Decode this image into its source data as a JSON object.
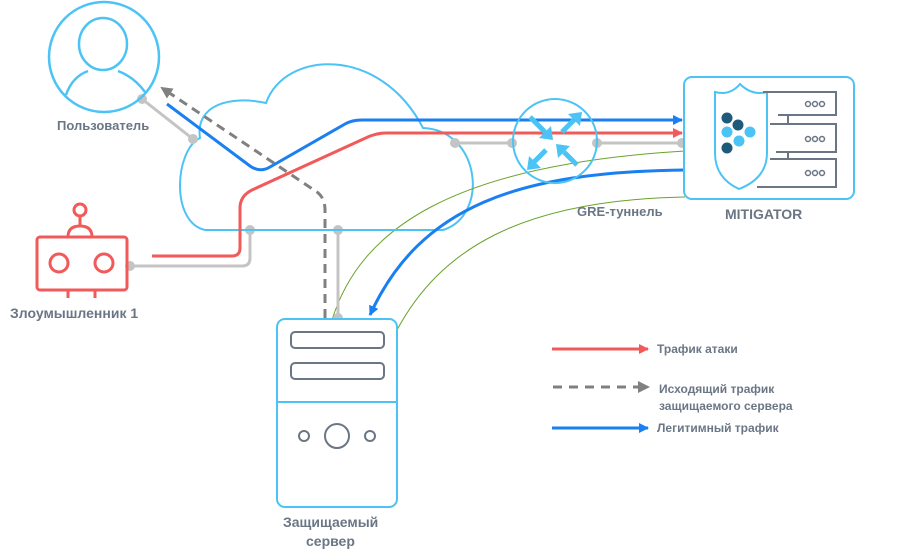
{
  "colors": {
    "attack": "#f25a5a",
    "legit": "#1a7ff0",
    "outgoing": "#808080",
    "node_outline": "#4cc3f5",
    "connector": "#c4c4c4",
    "tunnel": "#6aa32a",
    "server_detail": "#6b7685",
    "mitigator_dark": "#1e5a7a",
    "mitigator_light": "#4cc3f5",
    "label_text": "#6b7685"
  },
  "nodes": {
    "user": {
      "label": "Пользователь",
      "icon": "user-icon"
    },
    "attacker": {
      "label": "Злоумышленник 1",
      "icon": "robot-icon"
    },
    "cloud": {
      "icon": "cloud-icon"
    },
    "router": {
      "icon": "router-icon"
    },
    "gre_tunnel": {
      "label": "GRE-туннель"
    },
    "mitigator": {
      "label": "MITIGATOR",
      "icon": "shield-server-icon"
    },
    "protected_server": {
      "label_line1": "Защищаемый",
      "label_line2": "сервер",
      "icon": "server-icon"
    }
  },
  "legend": {
    "items": [
      {
        "label": "Трафик атаки",
        "style": "solid",
        "color_key": "attack"
      },
      {
        "label_line1": "Исходящий трафик",
        "label_line2": "защищаемого сервера",
        "style": "dashed",
        "color_key": "outgoing"
      },
      {
        "label": "Легитимный трафик",
        "style": "solid",
        "color_key": "legit"
      }
    ]
  }
}
